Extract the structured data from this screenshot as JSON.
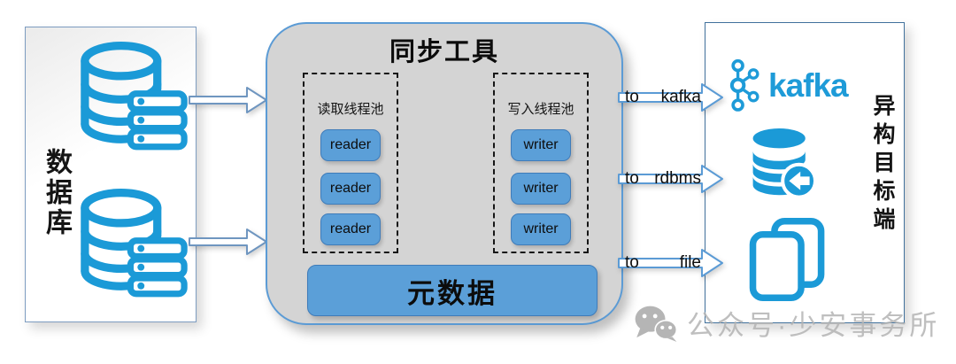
{
  "source_panel": {
    "label": "数据库"
  },
  "sync_tool": {
    "title": "同步工具",
    "read_pool": {
      "label": "读取线程池",
      "workers": [
        "reader",
        "reader",
        "reader"
      ]
    },
    "write_pool": {
      "label": "写入线程池",
      "workers": [
        "writer",
        "writer",
        "writer"
      ]
    },
    "metadata": "元数据"
  },
  "flows": [
    {
      "prefix": "to",
      "target": "kafka"
    },
    {
      "prefix": "to",
      "target": "rdbms"
    },
    {
      "prefix": "to",
      "target": "file"
    }
  ],
  "target_panel": {
    "label": "异构目标端",
    "kafka_wordmark": "kafka",
    "icons": [
      "kafka-logo-icon",
      "rdbms-database-icon",
      "file-copy-icon"
    ]
  },
  "source_icons": [
    "database-server-icon",
    "database-server-icon"
  ],
  "watermark": {
    "text": "公众号·少安事务所",
    "icon": "wechat-icon"
  },
  "colors": {
    "brand_blue": "#1b9ad7",
    "chip_fill": "#5b9fd8",
    "chip_border": "#3f7cba",
    "panel_gray": "#d4d4d4",
    "panel_border_blue": "#5b9bd5",
    "box_border_blue": "#41719c",
    "watermark_gray": "#b4b4b4"
  }
}
